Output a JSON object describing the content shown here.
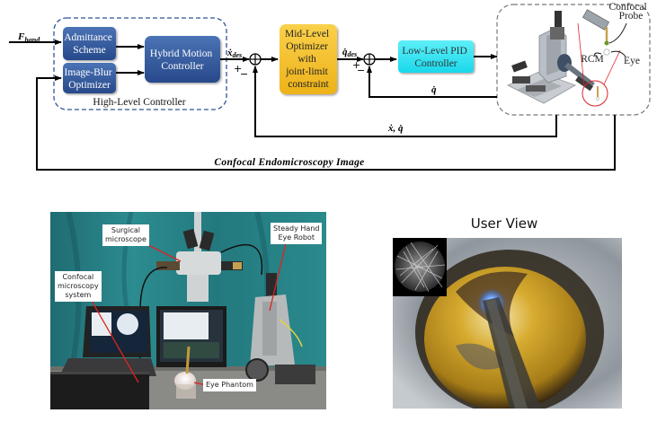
{
  "diagram": {
    "input_label": "F",
    "input_subscript": "hand",
    "high_level": {
      "group_label": "High-Level Controller",
      "admittance": [
        "Admittance",
        "Scheme"
      ],
      "image_blur": [
        "Image-Blur",
        "Optimizer"
      ],
      "hybrid": [
        "Hybrid Motion",
        "Controller"
      ]
    },
    "signal_x_des": "ẋ",
    "signal_x_des_sub": "des",
    "signal_q_des": "q̇",
    "signal_q_des_sub": "des",
    "plus": "+",
    "minus": "−",
    "mid_level": [
      "Mid-Level",
      "Optimizer",
      "with",
      "joint-limit",
      "constraint"
    ],
    "low_level": [
      "Low-Level PID",
      "Controller"
    ],
    "feedback_q": "q̇",
    "feedback_xq": "ẋ, q̇",
    "feedback_image": "Confocal Endomicroscopy Image",
    "robot_callouts": {
      "probe": [
        "Confocal",
        "Probe"
      ],
      "rcm": "RCM",
      "eye": "Eye"
    },
    "colors": {
      "high_level_block": "#2E5597",
      "mid_level_block": "#F5BE1E",
      "low_level_block": "#27E3F2",
      "group_border": "#2E5597",
      "robot_border": "#777777",
      "callout_red": "#D9252A"
    }
  },
  "photo": {
    "labels": {
      "surgical_microscope": [
        "Surgical",
        "microscope"
      ],
      "steady_hand": [
        "Steady Hand",
        "Eye Robot"
      ],
      "confocal_system": [
        "Confocal",
        "microscopy",
        "system"
      ],
      "eye_phantom": "Eye Phantom"
    }
  },
  "user_view": {
    "title": "User View"
  }
}
